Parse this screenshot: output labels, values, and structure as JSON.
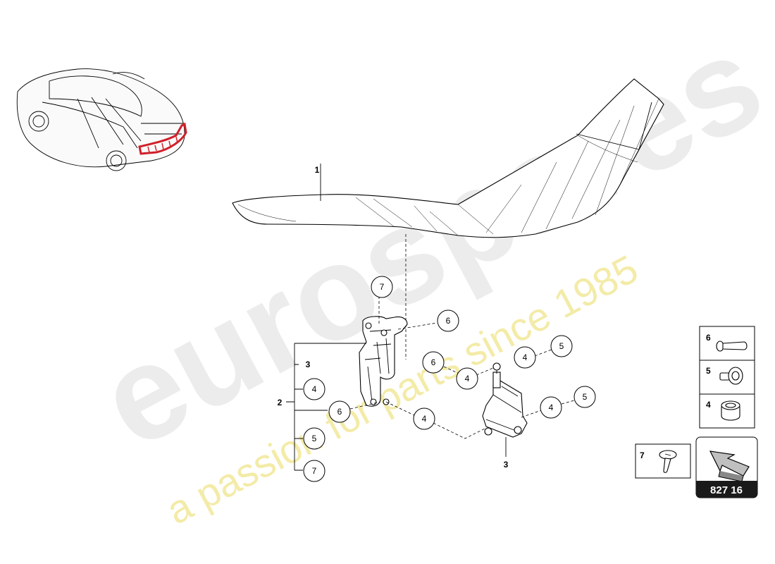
{
  "watermark": {
    "brand": "eurospares",
    "tagline": "a passion for parts since 1985",
    "tagline_color": "#efe58a",
    "brand_color": "#dcdcdc"
  },
  "callouts": {
    "c1": "1",
    "c7_top": "7",
    "c6_upper": "6",
    "c6_mid": "6",
    "c4_mid": "4",
    "c4_right_top": "4",
    "c5_right_top": "5",
    "c4_right_bottom": "4",
    "c5_right_bottom": "5",
    "c4_lower": "4",
    "c3_motor": "3",
    "bracket_2": "2",
    "bracket_3": "3",
    "bracket_4": "4",
    "bracket_6": "6",
    "bracket_5": "5",
    "bracket_7": "7"
  },
  "legend": {
    "items": [
      {
        "num": "6",
        "part": "bolt-icon"
      },
      {
        "num": "5",
        "part": "grommet-icon"
      },
      {
        "num": "4",
        "part": "bush-icon"
      }
    ],
    "screw": {
      "num": "7",
      "part": "screw-icon"
    }
  },
  "nav_badge": {
    "code": "827 16",
    "icon": "arrow-icon",
    "color": "#1a1a1a"
  },
  "highlight_color": "#d0202a"
}
